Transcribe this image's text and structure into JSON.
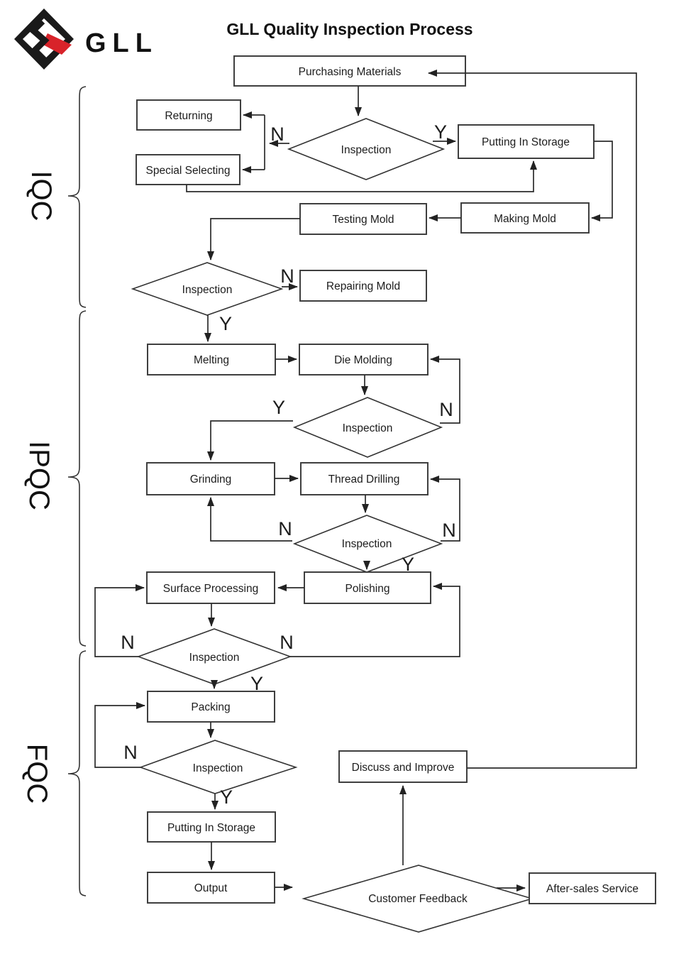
{
  "logo": {
    "text": "GLL"
  },
  "title": "GLL Quality Inspection Process",
  "groups": [
    {
      "label": "IQC"
    },
    {
      "label": "IPQC"
    },
    {
      "label": "FQC"
    }
  ],
  "branch_labels": {
    "yes": "Y",
    "no": "N"
  },
  "nodes": {
    "purchasing_materials": "Purchasing Materials",
    "returning": "Returning",
    "special_selecting": "Special Selecting",
    "inspection1": "Inspection",
    "putting_in_storage_iqc": "Putting In Storage",
    "making_mold": "Making Mold",
    "testing_mold": "Testing Mold",
    "inspection2": "Inspection",
    "repairing_mold": "Repairing Mold",
    "melting": "Melting",
    "die_molding": "Die Molding",
    "inspection3": "Inspection",
    "grinding": "Grinding",
    "thread_drilling": "Thread Drilling",
    "inspection4": "Inspection",
    "surface_processing": "Surface Processing",
    "polishing": "Polishing",
    "inspection5": "Inspection",
    "packing": "Packing",
    "inspection6": "Inspection",
    "putting_in_storage_fqc": "Putting In Storage",
    "output": "Output",
    "customer_feedback": "Customer Feedback",
    "after_sales_service": "After-sales Service",
    "discuss_and_improve": "Discuss and Improve"
  },
  "edges": [
    {
      "from": "purchasing_materials",
      "to": "inspection1",
      "label": ""
    },
    {
      "from": "inspection1",
      "to": "putting_in_storage_iqc",
      "label": "Y"
    },
    {
      "from": "inspection1",
      "to": "returning",
      "label": "N"
    },
    {
      "from": "inspection1",
      "to": "special_selecting",
      "label": "N"
    },
    {
      "from": "special_selecting",
      "to": "putting_in_storage_iqc",
      "label": ""
    },
    {
      "from": "putting_in_storage_iqc",
      "to": "making_mold",
      "label": ""
    },
    {
      "from": "making_mold",
      "to": "testing_mold",
      "label": ""
    },
    {
      "from": "testing_mold",
      "to": "inspection2",
      "label": ""
    },
    {
      "from": "inspection2",
      "to": "repairing_mold",
      "label": "N"
    },
    {
      "from": "inspection2",
      "to": "melting",
      "label": "Y"
    },
    {
      "from": "melting",
      "to": "die_molding",
      "label": ""
    },
    {
      "from": "die_molding",
      "to": "inspection3",
      "label": ""
    },
    {
      "from": "inspection3",
      "to": "die_molding",
      "label": "N"
    },
    {
      "from": "inspection3",
      "to": "grinding",
      "label": "Y"
    },
    {
      "from": "grinding",
      "to": "thread_drilling",
      "label": ""
    },
    {
      "from": "thread_drilling",
      "to": "inspection4",
      "label": ""
    },
    {
      "from": "inspection4",
      "to": "grinding",
      "label": "N"
    },
    {
      "from": "inspection4",
      "to": "thread_drilling",
      "label": "N"
    },
    {
      "from": "inspection4",
      "to": "polishing",
      "label": "Y"
    },
    {
      "from": "polishing",
      "to": "surface_processing",
      "label": ""
    },
    {
      "from": "surface_processing",
      "to": "inspection5",
      "label": ""
    },
    {
      "from": "inspection5",
      "to": "surface_processing",
      "label": "N"
    },
    {
      "from": "inspection5",
      "to": "polishing",
      "label": "N"
    },
    {
      "from": "inspection5",
      "to": "packing",
      "label": "Y"
    },
    {
      "from": "packing",
      "to": "inspection6",
      "label": ""
    },
    {
      "from": "inspection6",
      "to": "packing",
      "label": "N"
    },
    {
      "from": "inspection6",
      "to": "putting_in_storage_fqc",
      "label": "Y"
    },
    {
      "from": "putting_in_storage_fqc",
      "to": "output",
      "label": ""
    },
    {
      "from": "output",
      "to": "customer_feedback",
      "label": ""
    },
    {
      "from": "customer_feedback",
      "to": "after_sales_service",
      "label": ""
    },
    {
      "from": "customer_feedback",
      "to": "discuss_and_improve",
      "label": ""
    },
    {
      "from": "discuss_and_improve",
      "to": "purchasing_materials",
      "label": ""
    }
  ],
  "colors": {
    "line": "#2b2b2b",
    "box_border": "#3f3f3f",
    "text": "#1c1c1c",
    "logo_black": "#1a1a1a",
    "logo_red": "#d8232a",
    "background": "#ffffff"
  }
}
